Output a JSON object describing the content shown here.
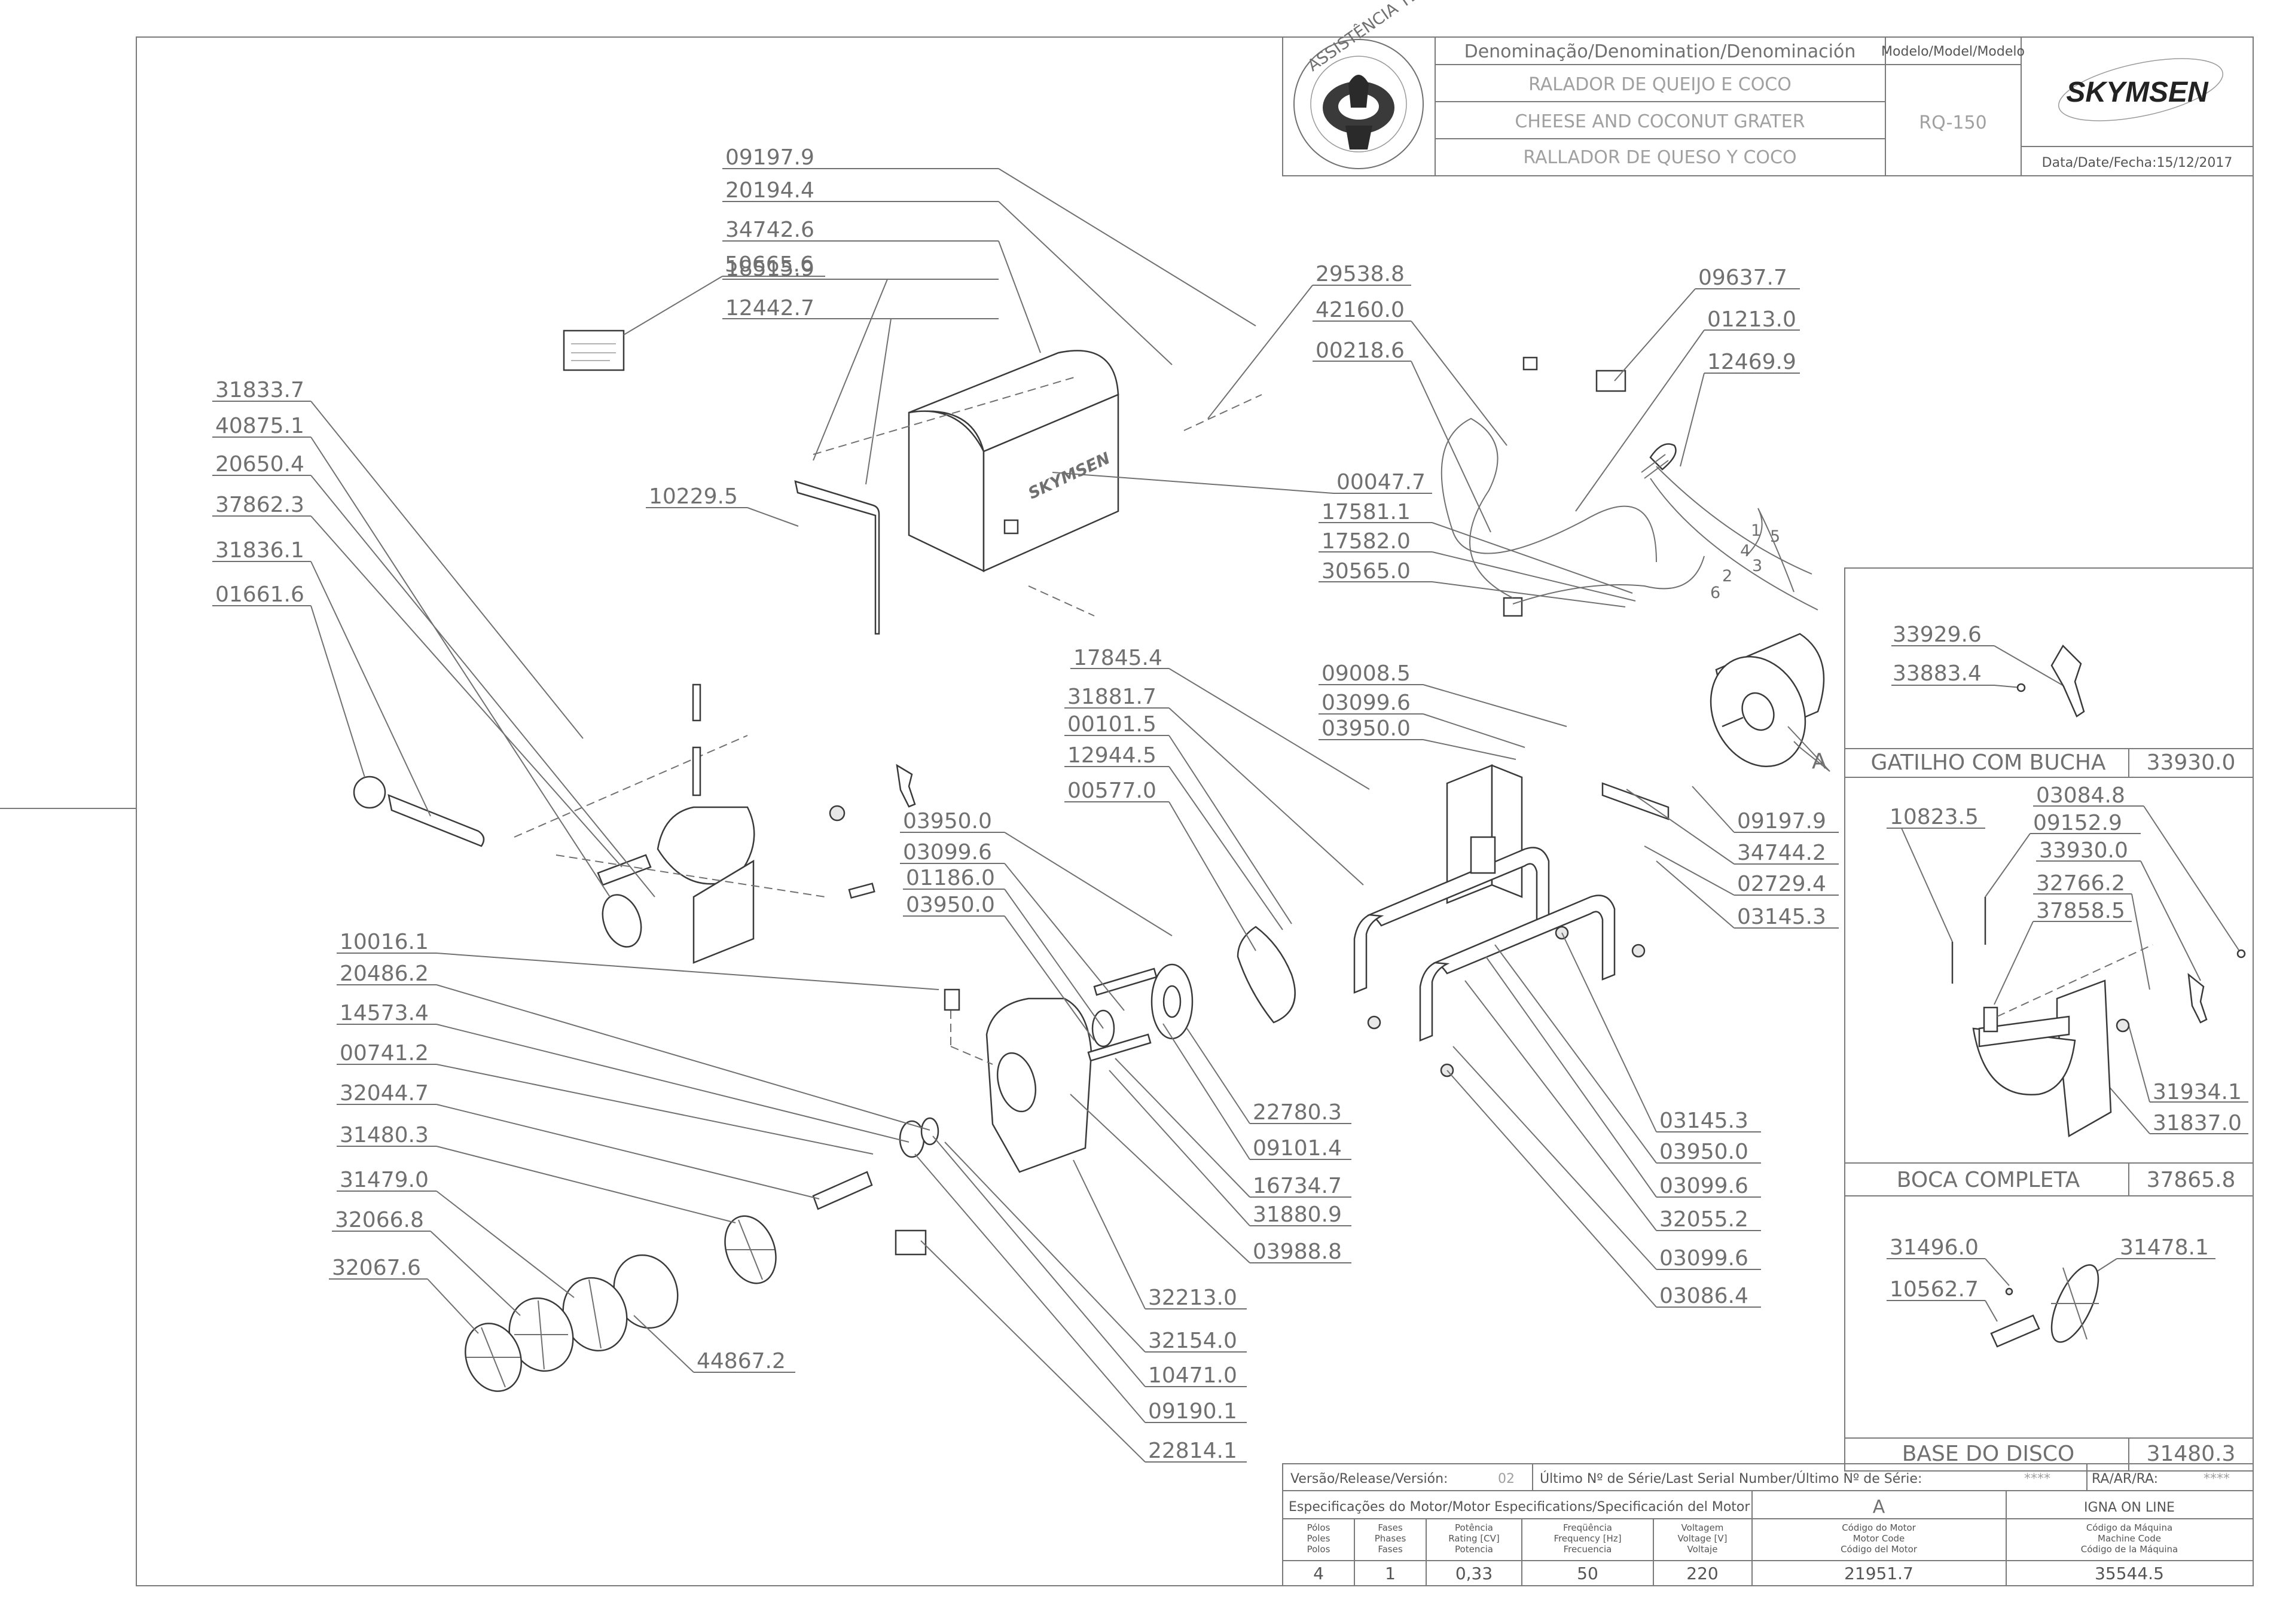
{
  "title_block": {
    "denomination_header": "Denominação/Denomination/Denominación",
    "model_header": "Modelo/Model/Modelo",
    "name_pt": "RALADOR DE QUEIJO E COCO",
    "name_en": "CHEESE AND COCONUT GRATER",
    "name_es": "RALLADOR DE QUESO Y COCO",
    "model": "RQ-150",
    "brand": "SKYMSEN",
    "date": "Data/Date/Fecha:15/12/2017",
    "seal_text": "ASSISTÊNCIA TÉCNICA AUTORIZADA"
  },
  "bottom_block": {
    "release_label": "Versão/Release/Versión:",
    "release_value": "02",
    "serial_label": "Último Nº de Série/Last Serial Number/Último Nº de Série:",
    "serial_value": "****",
    "ra_label": "RA/AR/RA:",
    "ra_value": "****",
    "motor_spec_label": "Especificações do Motor/Motor Especifications/Specificación del Motor",
    "motor_letter": "A",
    "machine_code_title": "IGNA ON LINE",
    "columns": [
      {
        "l1": "Pólos",
        "l2": "Poles",
        "l3": "Polos",
        "value": "4"
      },
      {
        "l1": "Fases",
        "l2": "Phases",
        "l3": "Fases",
        "value": "1"
      },
      {
        "l1": "Potência",
        "l2": "Rating [CV]",
        "l3": "Potencia",
        "value": "0,33"
      },
      {
        "l1": "Freqüência",
        "l2": "Frequency [Hz]",
        "l3": "Frecuencia",
        "value": "50"
      },
      {
        "l1": "Voltagem",
        "l2": "Voltage [V]",
        "l3": "Voltaje",
        "value": "220"
      },
      {
        "l1": "Código do Motor",
        "l2": "Motor Code",
        "l3": "Código del Motor",
        "value": "21951.7"
      },
      {
        "l1": "Código da Máquina",
        "l2": "Machine Code",
        "l3": "Código de la Máquina",
        "value": "35544.5"
      }
    ]
  },
  "detail_panels": {
    "gatilho": {
      "title": "GATILHO COM BUCHA",
      "code": "33930.0",
      "parts": [
        "33929.6",
        "33883.4"
      ]
    },
    "boca": {
      "title": "BOCA COMPLETA",
      "code": "37865.8",
      "parts": [
        "10823.5",
        "03084.8",
        "09152.9",
        "33930.0",
        "32766.2",
        "37858.5",
        "31934.1",
        "31837.0"
      ]
    },
    "base": {
      "title": "BASE DO DISCO",
      "code": "31480.3",
      "parts": [
        "31496.0",
        "31478.1",
        "10562.7"
      ]
    }
  },
  "part_labels": {
    "p50665_6": "50665.6",
    "p09197_9a": "09197.9",
    "p20194_4": "20194.4",
    "p34742_6": "34742.6",
    "p18515_9": "18515.9",
    "p12442_7": "12442.7",
    "p10229_5": "10229.5",
    "p29538_8": "29538.8",
    "p42160_0": "42160.0",
    "p00218_6": "00218.6",
    "p09637_7": "09637.7",
    "p01213_0": "01213.0",
    "p12469_9": "12469.9",
    "p00047_7": "00047.7",
    "p17581_1": "17581.1",
    "p17582_0": "17582.0",
    "p30565_0": "30565.0",
    "p31833_7": "31833.7",
    "p40875_1": "40875.1",
    "p20650_4": "20650.4",
    "p37862_3": "37862.3",
    "p31836_1": "31836.1",
    "p01661_6": "01661.6",
    "p17845_4": "17845.4",
    "p31881_7": "31881.7",
    "p00101_5": "00101.5",
    "p12944_5": "12944.5",
    "p00577_0": "00577.0",
    "p09008_5": "09008.5",
    "p03099_6a": "03099.6",
    "p03950_0a": "03950.0",
    "p09197_9b": "09197.9",
    "p34744_2": "34744.2",
    "p02729_4": "02729.4",
    "p03145_3a": "03145.3",
    "p03950_0b": "03950.0",
    "p03099_6b": "03099.6",
    "p01186_0": "01186.0",
    "p03950_0c": "03950.0",
    "p10016_1": "10016.1",
    "p20486_2": "20486.2",
    "p14573_4": "14573.4",
    "p00741_2": "00741.2",
    "p32044_7": "32044.7",
    "p31480_3": "31480.3",
    "p31479_0": "31479.0",
    "p32066_8": "32066.8",
    "p32067_6": "32067.6",
    "p44867_2": "44867.2",
    "p22780_3": "22780.3",
    "p09101_4": "09101.4",
    "p16734_7": "16734.7",
    "p31880_9": "31880.9",
    "p03988_8": "03988.8",
    "p32213_0": "32213.0",
    "p32154_0": "32154.0",
    "p10471_0": "10471.0",
    "p09190_1": "09190.1",
    "p22814_1": "22814.1",
    "p03145_3b": "03145.3",
    "p03950_0d": "03950.0",
    "p03099_6c": "03099.6",
    "p32055_2": "32055.2",
    "p03099_6d": "03099.6",
    "p03086_4": "03086.4",
    "motor_letter": "A",
    "wire_1": "1",
    "wire_2": "2",
    "wire_3": "3",
    "wire_4": "4",
    "wire_5": "5",
    "wire_6": "6"
  }
}
